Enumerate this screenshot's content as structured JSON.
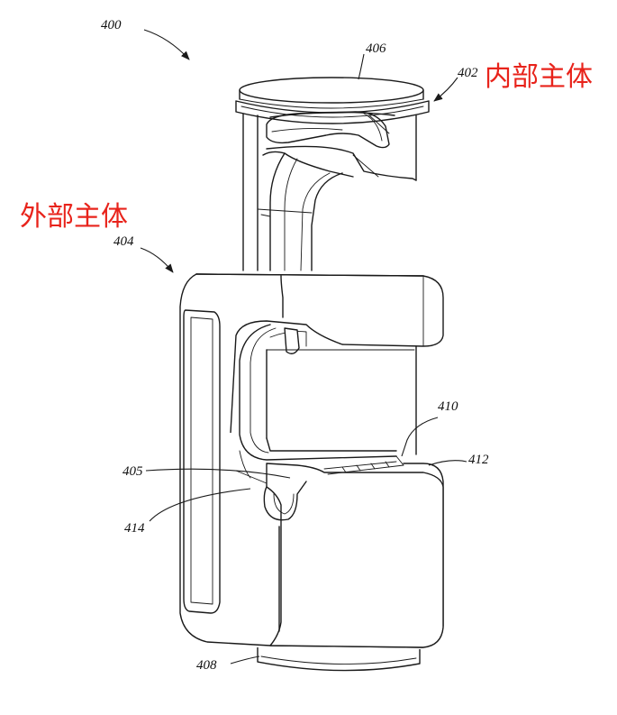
{
  "colors": {
    "line": "#1a1a1a",
    "annotation": "#e8231b",
    "background": "#ffffff"
  },
  "refs": {
    "r400": "400",
    "r402": "402",
    "r404": "404",
    "r405": "405",
    "r406": "406",
    "r408": "408",
    "r410": "410",
    "r412": "412",
    "r414": "414"
  },
  "annotations": {
    "inner_body": "内部主体",
    "outer_body": "外部主体"
  }
}
